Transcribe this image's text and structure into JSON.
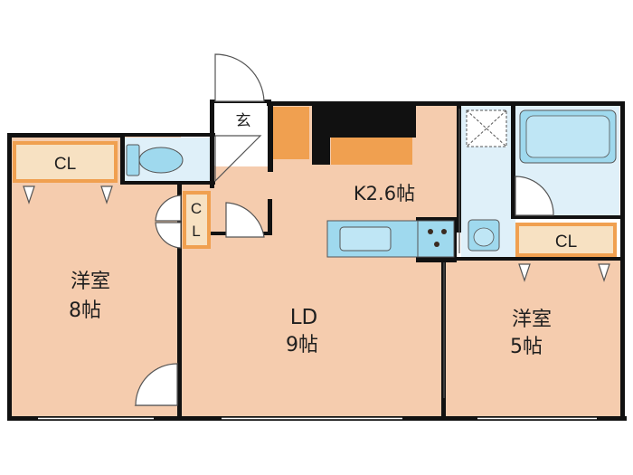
{
  "floor_plan": {
    "rooms": {
      "western_room_8": {
        "name": "洋室",
        "size": "8帖"
      },
      "ld": {
        "name": "LD",
        "size": "9帖"
      },
      "western_room_5": {
        "name": "洋室",
        "size": "5帖"
      },
      "kitchen": {
        "label": "K2.6帖"
      },
      "entrance": {
        "label": "玄"
      }
    },
    "closets": {
      "left": "CL",
      "hall_vertical": [
        "C",
        "L"
      ],
      "right": "CL"
    }
  },
  "colors": {
    "floor": "#f5ccae",
    "wet_area": "#dff0f9",
    "fixture": "#9fd9ee",
    "closet_fill": "#f7e1c2",
    "closet_border": "#f0a050",
    "wall": "#111111"
  }
}
